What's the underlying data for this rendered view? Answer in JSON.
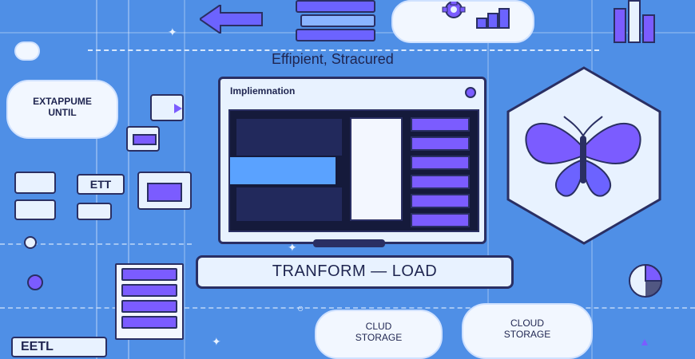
{
  "labels": {
    "top_center": "Effipient, Stracured",
    "left_cloud": "EXTAPPUME\nUNTIL",
    "etl_small": "ETT",
    "etl_bottom": "EETL",
    "monitor_title": "Impliemnation",
    "banner": "TRANFORM — LOAD",
    "cloud_1": "CLUD\nSTORAGE",
    "cloud_2": "CLOUD\nSTORAGE"
  },
  "colors": {
    "background": "#4f8fe6",
    "navy": "#2a2f63",
    "purple": "#7b5cff",
    "light": "#e8f2ff"
  },
  "icons": {
    "gear": "gear-icon",
    "butterfly": "butterfly-icon",
    "arrow": "arrow-left-icon",
    "pie": "pie-chart-icon"
  }
}
